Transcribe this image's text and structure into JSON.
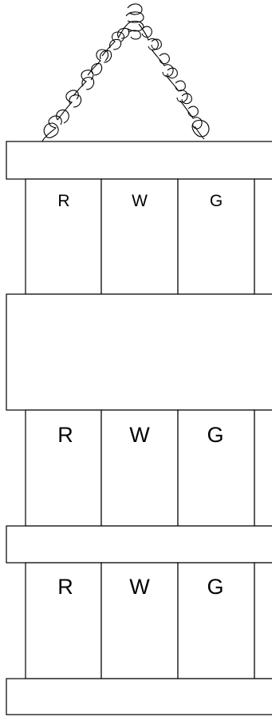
{
  "diagram": {
    "tiers": [
      {
        "cells": [
          {
            "label": "R"
          },
          {
            "label": "W"
          },
          {
            "label": "G"
          },
          {
            "label": ""
          }
        ]
      },
      {
        "cells": [
          {
            "label": "R"
          },
          {
            "label": "W"
          },
          {
            "label": "G"
          },
          {
            "label": ""
          }
        ]
      },
      {
        "cells": [
          {
            "label": "R"
          },
          {
            "label": "W"
          },
          {
            "label": "G"
          },
          {
            "label": ""
          }
        ]
      }
    ]
  }
}
